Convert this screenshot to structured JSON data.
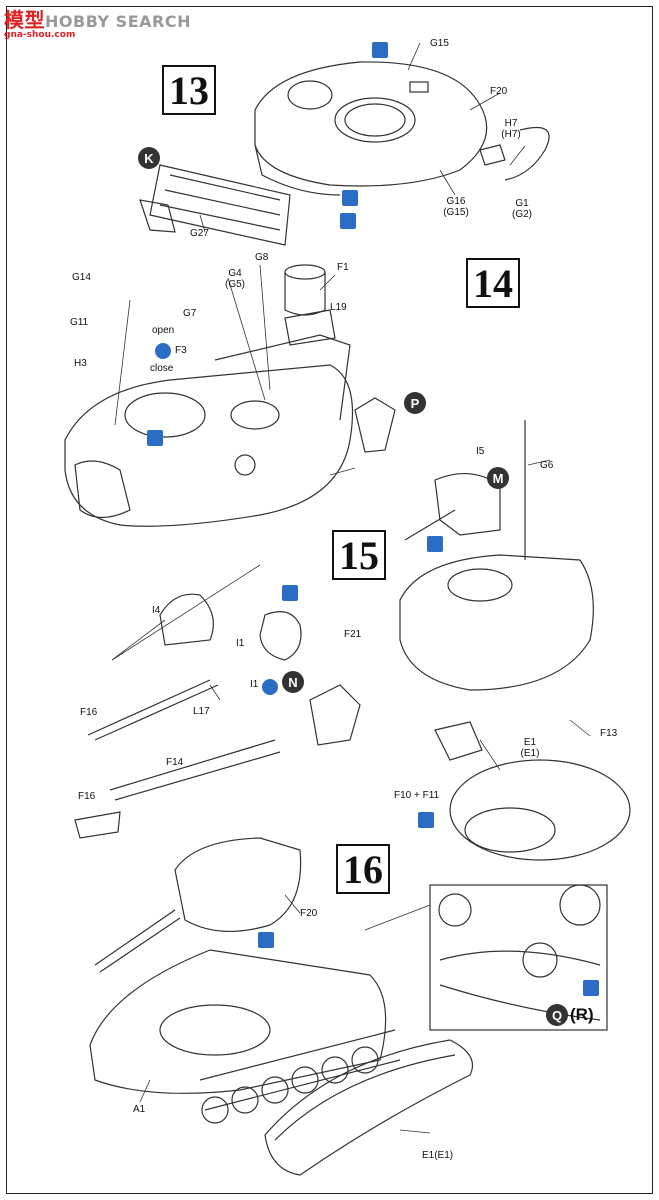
{
  "watermark": {
    "brand_a": "模型",
    "brand_b": "HOBBY SEARCH",
    "url": "gna-shou.com"
  },
  "steps": {
    "s13": "13",
    "s14": "14",
    "s15": "15",
    "s16": "16"
  },
  "labels": {
    "g15": "G15",
    "f20a": "F20",
    "h7": "H7",
    "h7p": "(H7)",
    "g1": "G1",
    "g1p": "(G2)",
    "g16": "G16",
    "g16p": "(G15)",
    "g27": "G27",
    "g8": "G8",
    "f1": "F1",
    "g4": "G4",
    "g4p": "(G5)",
    "g14": "G14",
    "l19": "L19",
    "g7": "G7",
    "open": "open",
    "g11": "G11",
    "f3": "F3",
    "close": "close",
    "h3": "H3",
    "i5": "I5",
    "g6": "G6",
    "i4": "I4",
    "f21": "F21",
    "i1a": "I1",
    "i1b": "I1",
    "f16a": "F16",
    "l17": "L17",
    "e1": "E1",
    "e1p": "(E1)",
    "f13": "F13",
    "f14": "F14",
    "f1011": "F10 + F11",
    "f16b": "F16",
    "f20b": "F20",
    "a1": "A1",
    "e1e1": "E1(E1)"
  },
  "badges": {
    "k": "K",
    "p": "P",
    "m": "M",
    "n": "N",
    "q": "Q",
    "r": "(R)"
  },
  "colors": {
    "line": "#333333",
    "badge": "#333333",
    "icon": "#2b6dc4",
    "brand_red": "#d22222"
  }
}
